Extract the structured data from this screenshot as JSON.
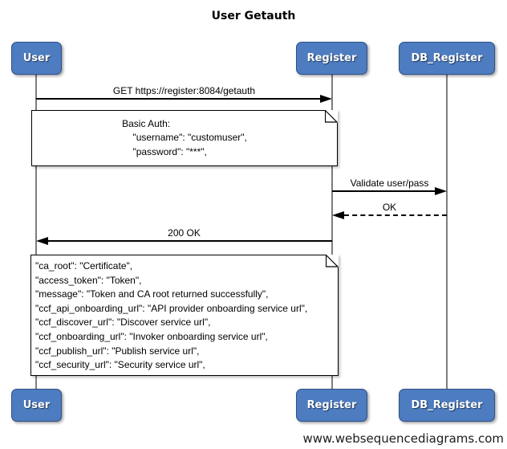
{
  "diagram": {
    "title": "User Getauth",
    "watermark": "www.websequencediagrams.com"
  },
  "participants": [
    {
      "name": "User"
    },
    {
      "name": "Register"
    },
    {
      "name": "DB_Register"
    }
  ],
  "messages": [
    {
      "label": "GET https://register:8084/getauth",
      "from": "User",
      "to": "Register",
      "line": "solid",
      "direction": "right"
    },
    {
      "label": "Validate user/pass",
      "from": "Register",
      "to": "DB_Register",
      "line": "solid",
      "direction": "right"
    },
    {
      "label": "OK",
      "from": "DB_Register",
      "to": "Register",
      "line": "dashed",
      "direction": "left"
    },
    {
      "label": "200 OK",
      "from": "Register",
      "to": "User",
      "line": "solid",
      "direction": "left"
    }
  ],
  "notes": [
    {
      "over": "User,Register",
      "text": "Basic Auth:\n    \"username\": \"customuser\",\n    \"password\": \"***\","
    },
    {
      "over": "User,Register",
      "text": "\"ca_root\": \"Certificate\",\n\"access_token\": \"Token\",\n\"message\": \"Token and CA root returned successfully\",\n\"ccf_api_onboarding_url\": \"API provider onboarding service url\",\n\"ccf_discover_url\": \"Discover service url\",\n\"ccf_onboarding_url\": \"Invoker onboarding service url\",\n\"ccf_publish_url\": \"Publish service url\",\n\"ccf_security_url\": \"Security service url\","
    }
  ],
  "colors": {
    "actor_fill": "#4d7cc0",
    "actor_border": "#2f4f87",
    "lifeline": "#7d7d7d",
    "arrow": "#000000",
    "note_background": "#ffffff",
    "note_border": "#000000"
  }
}
